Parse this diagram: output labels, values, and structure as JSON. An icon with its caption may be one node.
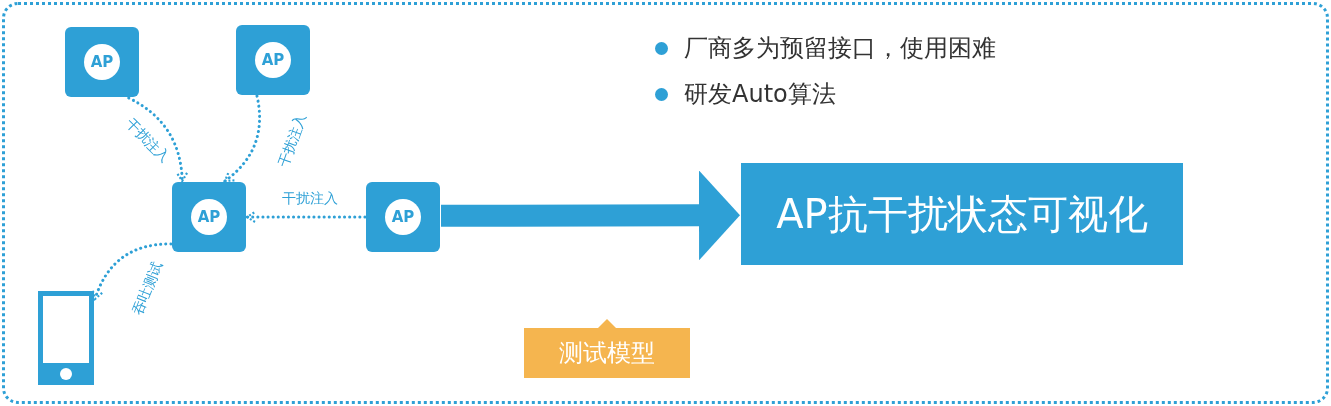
{
  "diagram": {
    "nodes": [
      {
        "text": [
          "AP"
        ]
      },
      {
        "text": [
          "AP"
        ]
      },
      {
        "text": [
          "AP"
        ]
      },
      {
        "text": [
          "AP"
        ]
      },
      {
        "text": [],
        "shape": "phone"
      },
      {
        "text": [
          "AP抗干扰状态可视化"
        ]
      },
      {
        "text": [
          "测试模型"
        ]
      }
    ],
    "edges": [
      {
        "from": 0,
        "to": 2,
        "arrow": "to",
        "label": "干扰注入",
        "style": "dashed"
      },
      {
        "from": 1,
        "to": 2,
        "arrow": "to",
        "label": "干扰注入",
        "style": "dashed"
      },
      {
        "from": 3,
        "to": 2,
        "arrow": "to",
        "label": "干扰注入",
        "style": "dashed"
      },
      {
        "from": 2,
        "to": 4,
        "arrow": "to",
        "label": "吞吐测试",
        "style": "dashed"
      },
      {
        "from": 3,
        "to": 5,
        "arrow": "to",
        "style": "thick"
      }
    ],
    "labels": [
      "厂商多为预留接口，使用困难",
      "研发Auto算法"
    ]
  }
}
